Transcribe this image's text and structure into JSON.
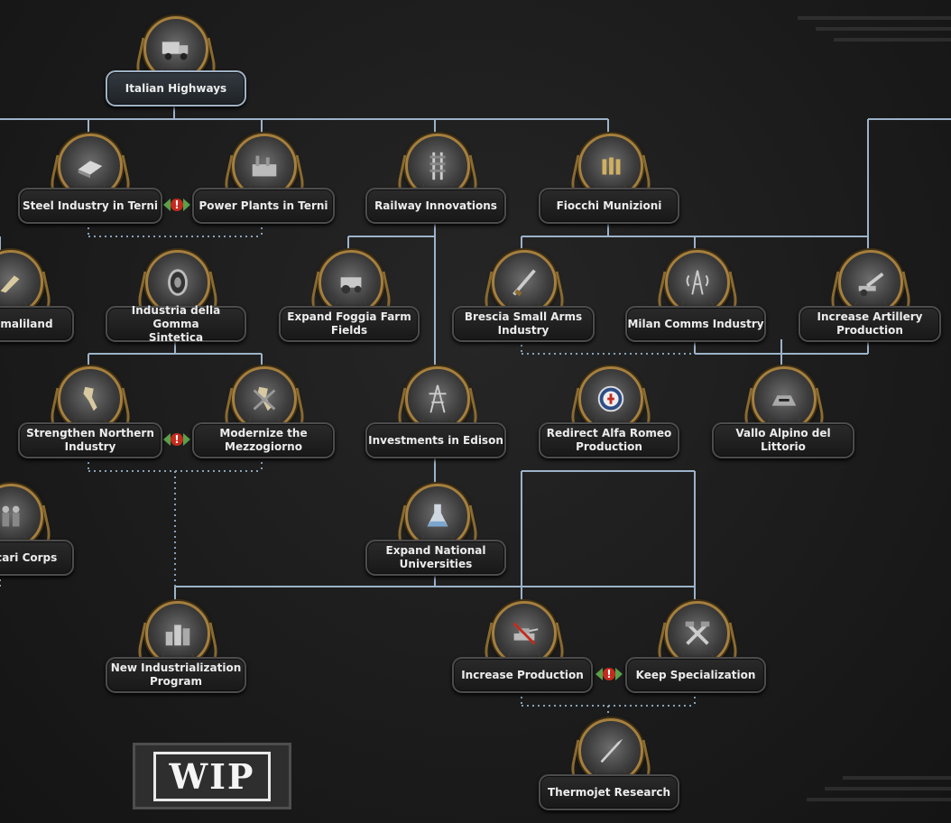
{
  "focus_tree": {
    "focuses": [
      {
        "id": "italian_highways",
        "label": "Italian Highways",
        "icon": "truck-icon",
        "selected": true
      },
      {
        "id": "steel_industry_terni",
        "label": "Steel Industry in Terni",
        "icon": "steel-ingot-icon"
      },
      {
        "id": "power_plants_terni",
        "label": "Power Plants in Terni",
        "icon": "factory-icon"
      },
      {
        "id": "railway_innovations",
        "label": "Railway Innovations",
        "icon": "railway-icon"
      },
      {
        "id": "fiocchi_munizioni",
        "label": "Fiocchi Munizioni",
        "icon": "ammunition-icon"
      },
      {
        "id": "somaliland",
        "label": "Somaliland",
        "icon": "map-region-icon"
      },
      {
        "id": "industria_gomma",
        "label": "Industria della Gomma\nSintetica",
        "icon": "tire-icon"
      },
      {
        "id": "expand_foggia",
        "label": "Expand Foggia Farm\nFields",
        "icon": "tractor-icon"
      },
      {
        "id": "brescia_small_arms",
        "label": "Brescia Small Arms\nIndustry",
        "icon": "rifle-icon"
      },
      {
        "id": "milan_comms",
        "label": "Milan Comms Industry",
        "icon": "radio-tower-icon"
      },
      {
        "id": "increase_artillery",
        "label": "Increase Artillery\nProduction",
        "icon": "artillery-icon"
      },
      {
        "id": "strengthen_northern",
        "label": "Strengthen Northern\nIndustry",
        "icon": "italy-map-icon"
      },
      {
        "id": "modernize_mezzogiorno",
        "label": "Modernize the\nMezzogiorno",
        "icon": "italy-tools-icon"
      },
      {
        "id": "investments_edison",
        "label": "Investments in Edison",
        "icon": "power-pylon-icon"
      },
      {
        "id": "redirect_alfa_romeo",
        "label": "Redirect Alfa Romeo\nProduction",
        "icon": "alfa-romeo-badge-icon"
      },
      {
        "id": "vallo_alpino",
        "label": "Vallo Alpino del Littorio",
        "icon": "bunker-icon"
      },
      {
        "id": "ascari_corps",
        "label": "Ascari Corps",
        "icon": "soldiers-icon"
      },
      {
        "id": "expand_universities",
        "label": "Expand National\nUniversities",
        "icon": "flask-icon"
      },
      {
        "id": "new_industrialization",
        "label": "New Industrialization\nProgram",
        "icon": "city-industry-icon"
      },
      {
        "id": "increase_production",
        "label": "Increase Production",
        "icon": "tank-production-icon"
      },
      {
        "id": "keep_specialization",
        "label": "Keep Specialization",
        "icon": "crossed-hammers-icon"
      },
      {
        "id": "thermojet_research",
        "label": "Thermojet Research",
        "icon": "jet-engine-icon"
      }
    ],
    "mutually_exclusive_marker": "!",
    "colors": {
      "connector": "#9cb3c9",
      "exclusive_dots": "#8aa1b6",
      "gold": "#a57f3e"
    }
  },
  "wip_badge": {
    "text": "WIP"
  }
}
